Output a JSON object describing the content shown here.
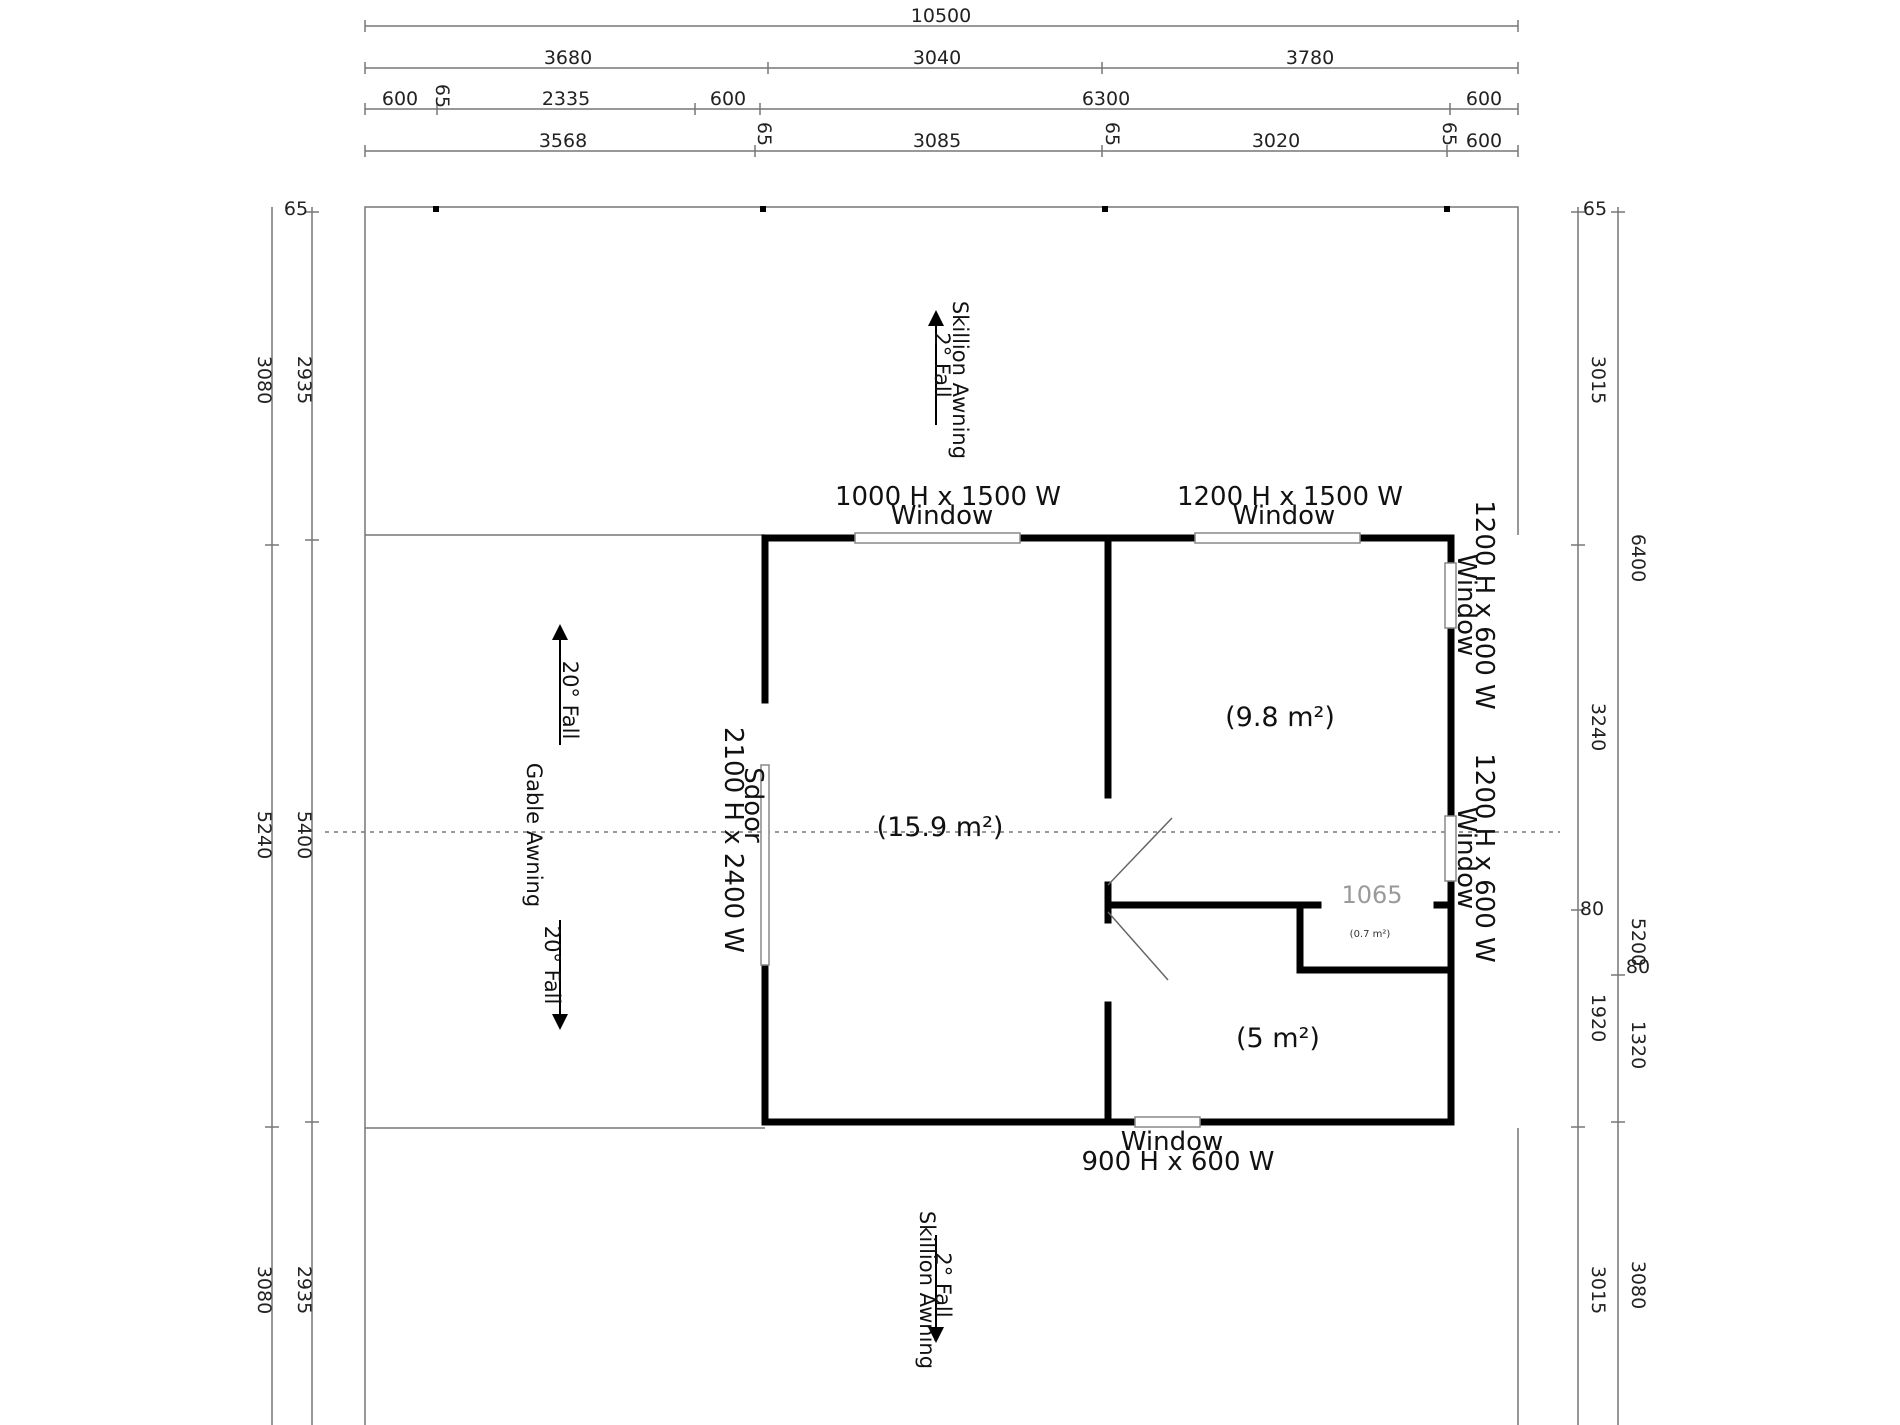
{
  "dimensions": {
    "top": {
      "overall": "10500",
      "row1": [
        "3680",
        "3040",
        "3780"
      ],
      "row2": [
        "600",
        "65",
        "2335",
        "600",
        "6300",
        "600"
      ],
      "row3": [
        "3568",
        "65",
        "3085",
        "65",
        "3020",
        "65",
        "600"
      ]
    },
    "left": {
      "outer": [
        "3080",
        "5240",
        "3080"
      ],
      "inner": [
        "65",
        "2935",
        "5400",
        "2935"
      ]
    },
    "right": {
      "inner": [
        "65",
        "3015",
        "3240",
        "80",
        "1920",
        "3015"
      ],
      "outer": [
        "6400",
        "5200",
        "80",
        "1320",
        "3080"
      ]
    }
  },
  "openings": {
    "window_top_left": {
      "size": "1000 H x 1500 W",
      "type": "Window"
    },
    "window_top_right": {
      "size": "1200 H x 1500 W",
      "type": "Window"
    },
    "window_right_upper": {
      "size": "1200 H x 600 W",
      "type": "Window"
    },
    "window_right_lower": {
      "size": "1200 H x 600 W",
      "type": "Window"
    },
    "window_bottom": {
      "size": "900 H x 600 W",
      "type": "Window"
    },
    "sliding_door": {
      "size": "2100 H x 2400 W",
      "type": "Sdoor"
    }
  },
  "rooms": {
    "main": "(15.9 m²)",
    "bedroom": "(9.8 m²)",
    "bathroom": "(5 m²)",
    "small_width": "1065",
    "small_area": "(0.7 m²)"
  },
  "awnings": {
    "top": {
      "name": "Skillion Awning",
      "fall": "2° Fall"
    },
    "left": {
      "name": "Gable Awning",
      "fall_upper": "20° Fall",
      "fall_lower": "20° Fall"
    },
    "bottom": {
      "name": "Skillion Awning",
      "fall": "2° Fall"
    }
  }
}
